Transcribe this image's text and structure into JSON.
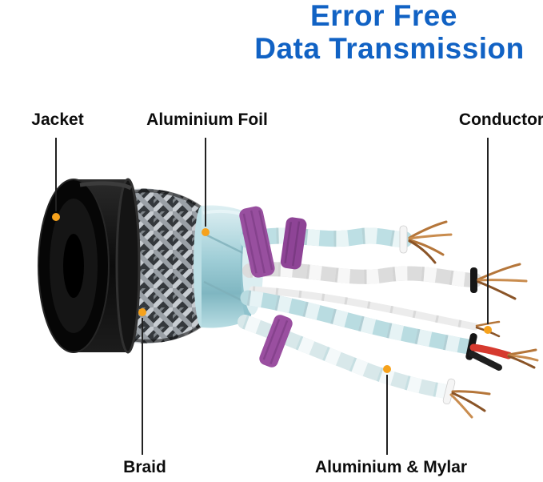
{
  "title": {
    "line1": "Error Free",
    "line2": "Data Transmission"
  },
  "callouts": {
    "jacket": "Jacket",
    "aluminium_foil": "Aluminium Foil",
    "conductor": "Conductor",
    "braid": "Braid",
    "aluminium_mylar": "Aluminium & Mylar"
  },
  "colors": {
    "title_blue": "#1162c4",
    "label_black": "#0d0d0d",
    "leader_line": "#222222",
    "marker_orange": "#f6a21c",
    "jacket_black": "#101010",
    "braid_silver": "#c7ccd1",
    "foil_teal": "#9ecdd6",
    "mylar_purple": "#984f9f",
    "copper": "#b5763a",
    "wire_white": "#f2f2f2",
    "wire_red": "#d63a2f"
  }
}
